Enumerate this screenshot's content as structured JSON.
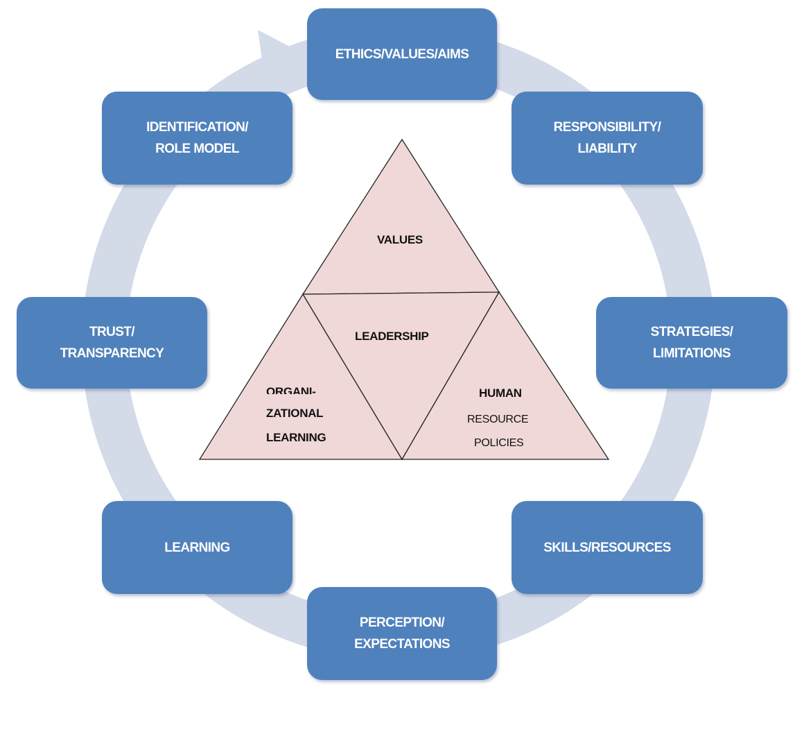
{
  "cycle": {
    "boxes": [
      {
        "id": "ethics",
        "lines": [
          "ETHICS/VALUES/AIMS"
        ]
      },
      {
        "id": "responsibility",
        "lines": [
          "RESPONSIBILITY/",
          "LIABILITY"
        ]
      },
      {
        "id": "strategies",
        "lines": [
          "STRATEGIES/",
          "LIMITATIONS"
        ]
      },
      {
        "id": "skills",
        "lines": [
          "SKILLS/RESOURCES"
        ]
      },
      {
        "id": "perception",
        "lines": [
          "PERCEPTION/",
          "EXPECTATIONS"
        ]
      },
      {
        "id": "learning",
        "lines": [
          "LEARNING"
        ]
      },
      {
        "id": "trust",
        "lines": [
          "TRUST/",
          "TRANSPARENCY"
        ]
      },
      {
        "id": "identification",
        "lines": [
          "IDENTIFICATION/",
          "ROLE MODEL"
        ]
      }
    ],
    "colors": {
      "box": "#4f81bd",
      "box_text": "#ffffff",
      "ring": "#d3dae8"
    }
  },
  "triangle": {
    "values": "VALUES",
    "leadership": "LEADERSHIP",
    "org_learning": {
      "line1": "ORGANI-",
      "line2": "ZATIONAL",
      "line3": "LEARNING"
    },
    "hr_policies": {
      "line1": "HUMAN",
      "line2": "RESOURCE",
      "line3": "POLICIES"
    },
    "colors": {
      "fill": "#f0d8d8",
      "stroke": "#222222"
    }
  }
}
